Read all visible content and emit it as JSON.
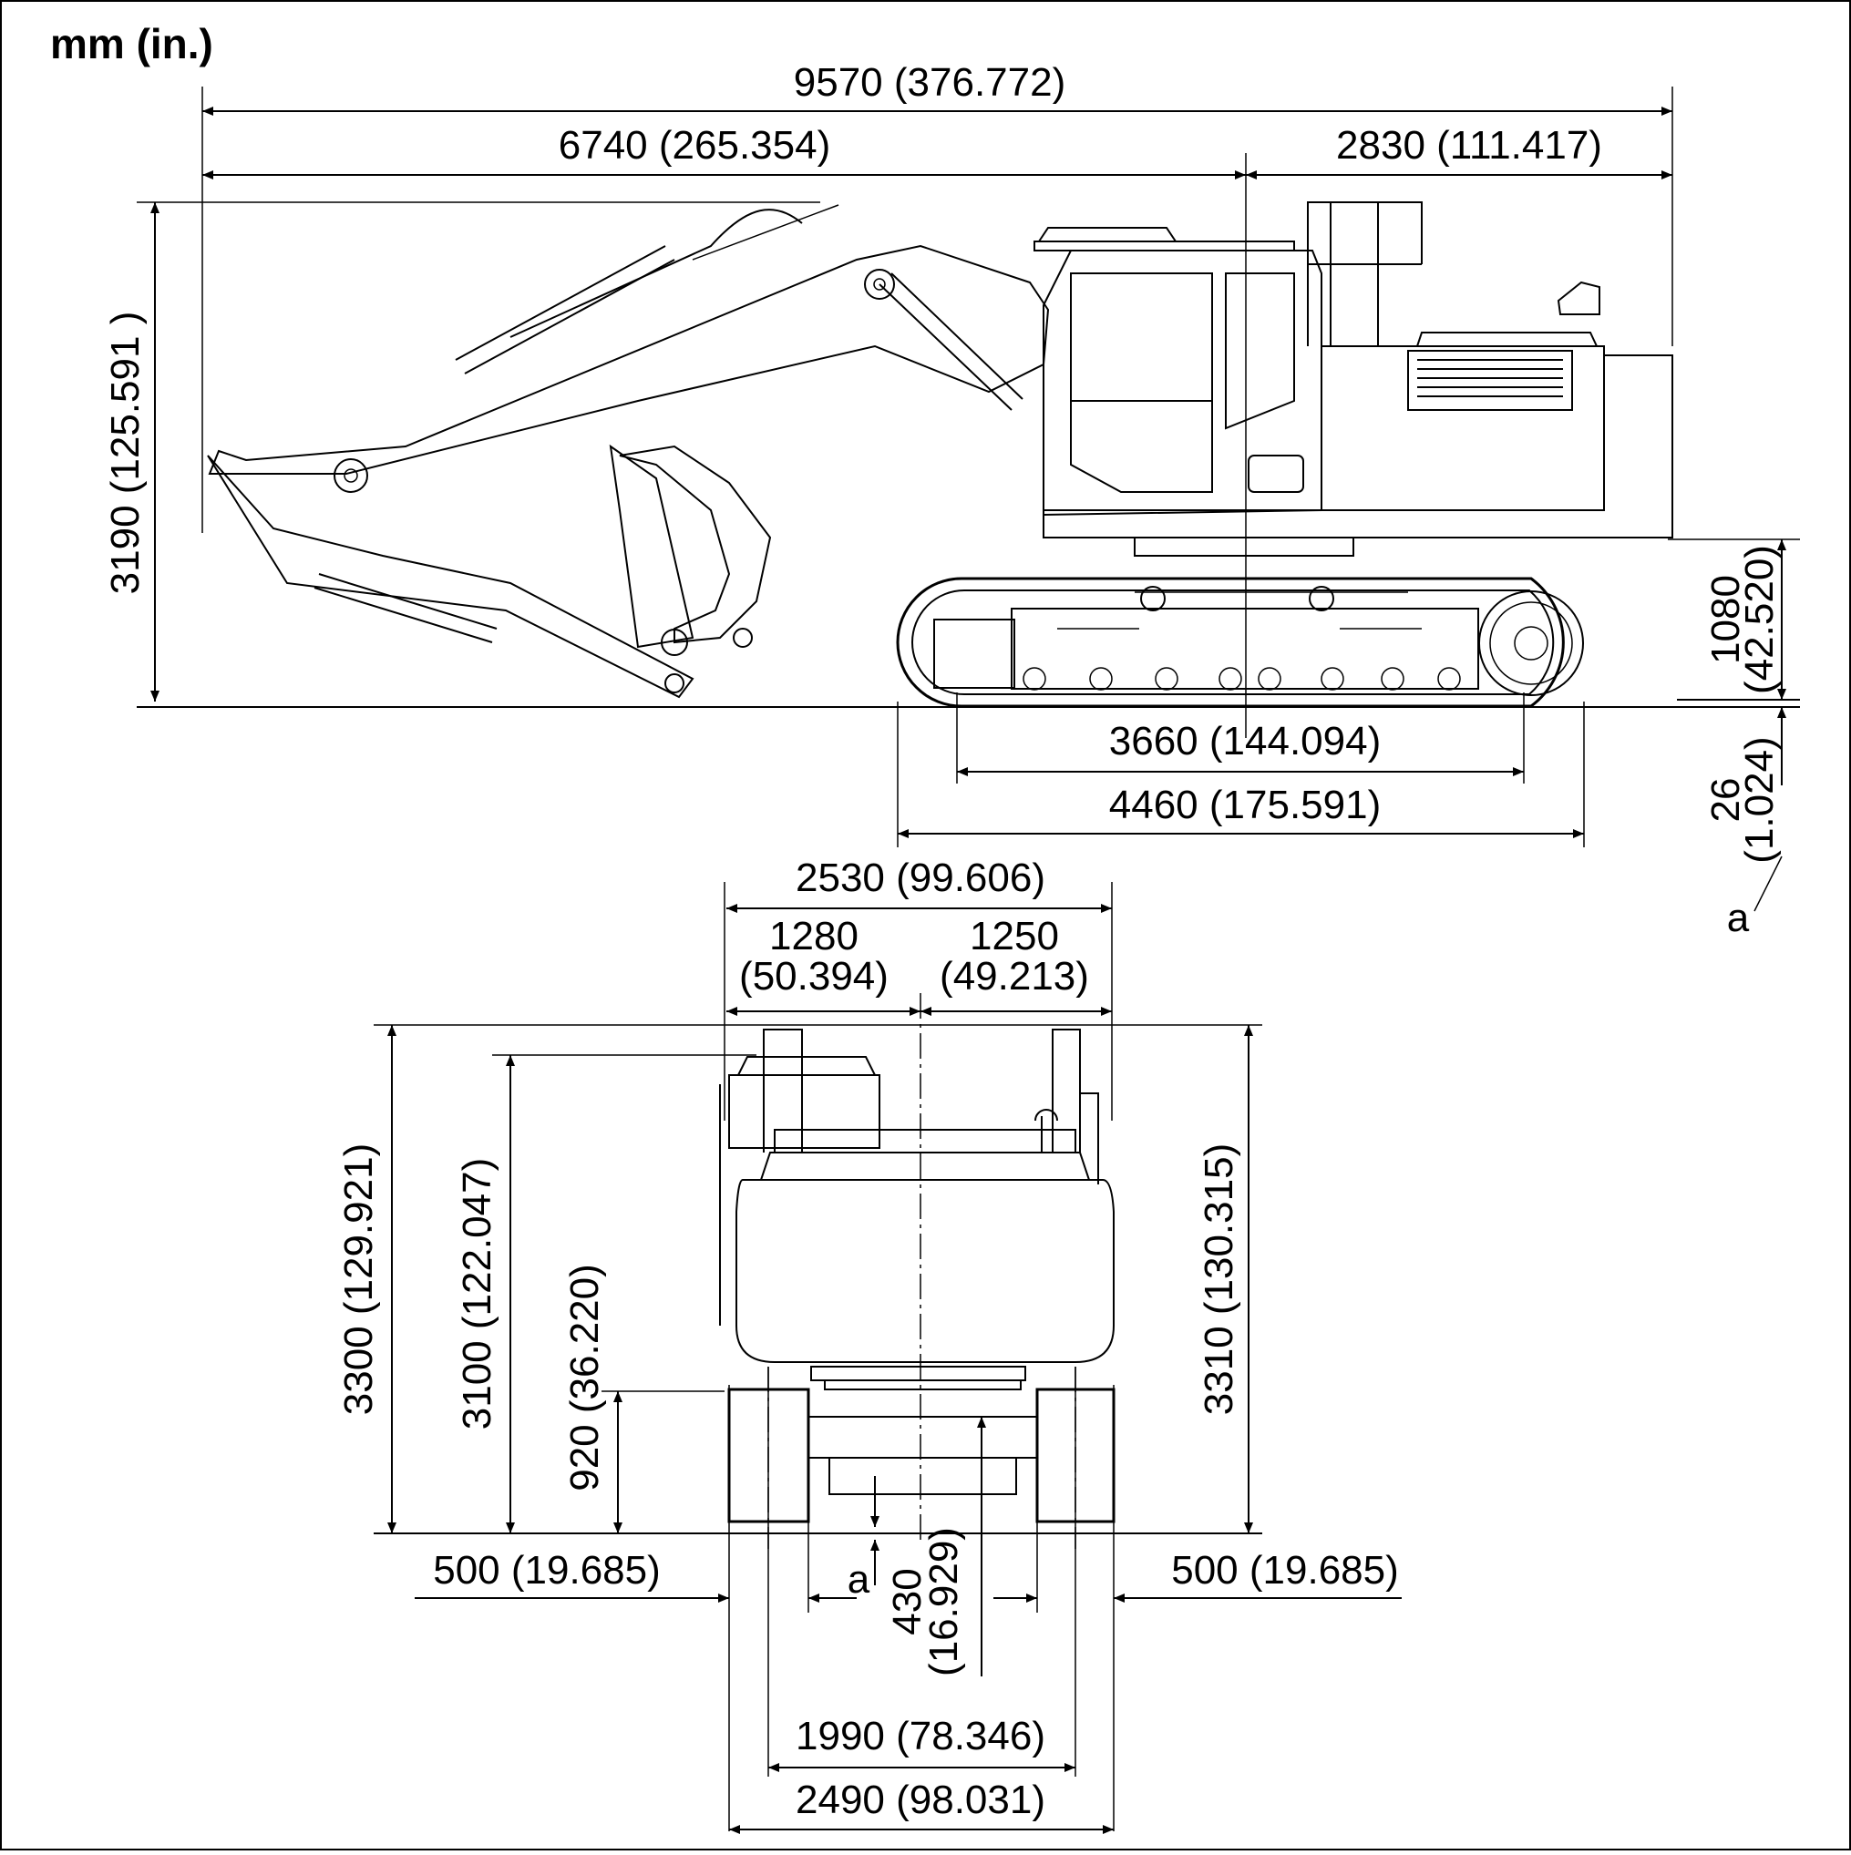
{
  "unit_label": "mm (in.)",
  "side_view": {
    "overall_length": "9570 (376.772)",
    "front_length": "6740 (265.354)",
    "tail_length": "2830 (111.417)",
    "height": "3190 (125.591 )",
    "cw_clearance_mm": "1080",
    "cw_clearance_in": "(42.520)",
    "grouser_mm": "26",
    "grouser_in": "(1.024)",
    "grouser_ref": "a",
    "tumbler_distance": "3660 (144.094)",
    "track_length": "4460 (175.591)"
  },
  "rear_view": {
    "overall_width": "2530 (99.606)",
    "left_width_mm": "1280",
    "left_width_in": "(50.394)",
    "right_width_mm": "1250",
    "right_width_in": "(49.213)",
    "height_handrail": "3300 (129.921)",
    "height_cab": "3100 (122.047)",
    "cw_height": "920 (36.220)",
    "height_right": "3310 (130.315)",
    "shoe_width_left": "500 (19.685)",
    "shoe_width_right": "500 (19.685)",
    "grouser_ref": "a",
    "ground_clearance_mm": "430",
    "ground_clearance_in": "(16.929)",
    "track_gauge": "1990 (78.346)",
    "track_width": "2490 (98.031)"
  }
}
